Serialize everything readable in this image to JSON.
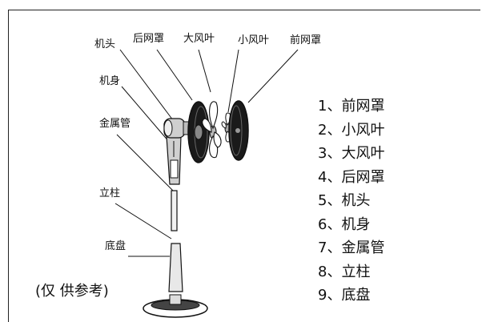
{
  "callouts": {
    "head": "机头",
    "rear_guard": "后网罩",
    "large_blade": "大风叶",
    "small_blade": "小风叶",
    "front_guard": "前网罩",
    "body": "机身",
    "metal_tube": "金属管",
    "pole": "立柱",
    "base": "底盘"
  },
  "note": "(仅 供参考)",
  "parts_list": [
    "1、前网罩",
    "2、小风叶",
    "3、大风叶",
    "4、后网罩",
    "5、机头",
    "6、机身",
    "7、金属管",
    "8、立柱",
    "9、底盘"
  ],
  "colors": {
    "line": "#111111",
    "guard": "#1a1a1a",
    "metal": "#cfcfcf",
    "background": "#ffffff"
  }
}
